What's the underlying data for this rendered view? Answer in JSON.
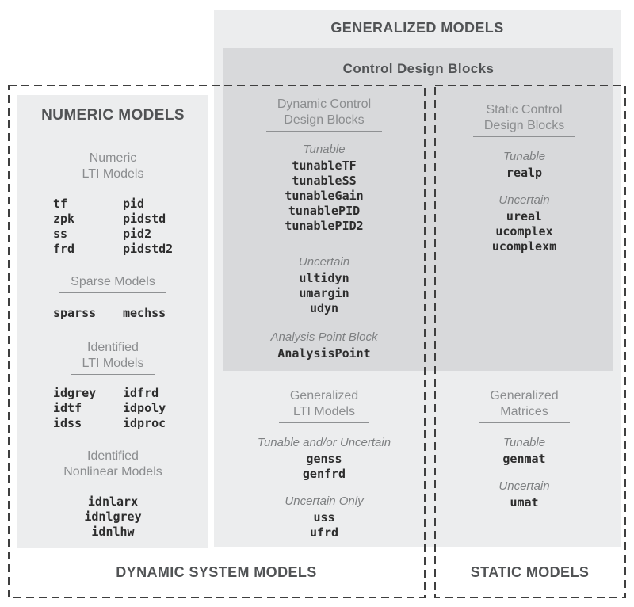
{
  "colors": {
    "panel_light": "#ecedee",
    "panel_dark": "#d8d9db",
    "dash_stroke": "#3f3f3f",
    "title_text": "#515355",
    "muted_text": "#8b8d8f",
    "code_text": "#2d2d2d"
  },
  "generalized": {
    "title": "GENERALIZED MODELS"
  },
  "control_design_blocks": {
    "title": "Control Design Blocks"
  },
  "numeric": {
    "title": "NUMERIC MODELS",
    "numeric_lti": {
      "header_line1": "Numeric",
      "header_line2": "LTI Models",
      "col1": [
        "tf",
        "zpk",
        "ss",
        "frd"
      ],
      "col2": [
        "pid",
        "pidstd",
        "pid2",
        "pidstd2"
      ]
    },
    "sparse": {
      "header_line1": "Sparse Models",
      "col1": [
        "sparss"
      ],
      "col2": [
        "mechss"
      ]
    },
    "identified_lti": {
      "header_line1": "Identified",
      "header_line2": "LTI Models",
      "col1": [
        "idgrey",
        "idtf",
        "idss"
      ],
      "col2": [
        "idfrd",
        "idpoly",
        "idproc"
      ]
    },
    "identified_nonlinear": {
      "header_line1": "Identified",
      "header_line2": "Nonlinear Models",
      "items": [
        "idnlarx",
        "idnlgrey",
        "idnlhw"
      ]
    }
  },
  "dynamic_cdb": {
    "header_line1": "Dynamic Control",
    "header_line2": "Design Blocks",
    "tunable_label": "Tunable",
    "tunable_items": [
      "tunableTF",
      "tunableSS",
      "tunableGain",
      "tunablePID",
      "tunablePID2"
    ],
    "uncertain_label": "Uncertain",
    "uncertain_items": [
      "ultidyn",
      "umargin",
      "udyn"
    ],
    "analysis_label": "Analysis Point Block",
    "analysis_item": "AnalysisPoint"
  },
  "generalized_lti": {
    "header_line1": "Generalized",
    "header_line2": "LTI Models",
    "tunable_uncertain_label": "Tunable and/or Uncertain",
    "tunable_uncertain_items": [
      "genss",
      "genfrd"
    ],
    "uncertain_only_label": "Uncertain Only",
    "uncertain_only_items": [
      "uss",
      "ufrd"
    ]
  },
  "static_cdb": {
    "header_line1": "Static Control",
    "header_line2": "Design Blocks",
    "tunable_label": "Tunable",
    "tunable_item": "realp",
    "uncertain_label": "Uncertain",
    "uncertain_items": [
      "ureal",
      "ucomplex",
      "ucomplexm"
    ]
  },
  "generalized_matrices": {
    "header_line1": "Generalized",
    "header_line2": "Matrices",
    "tunable_label": "Tunable",
    "tunable_item": "genmat",
    "uncertain_label": "Uncertain",
    "uncertain_item": "umat"
  },
  "footer": {
    "dynamic": "DYNAMIC SYSTEM MODELS",
    "static": "STATIC MODELS"
  }
}
